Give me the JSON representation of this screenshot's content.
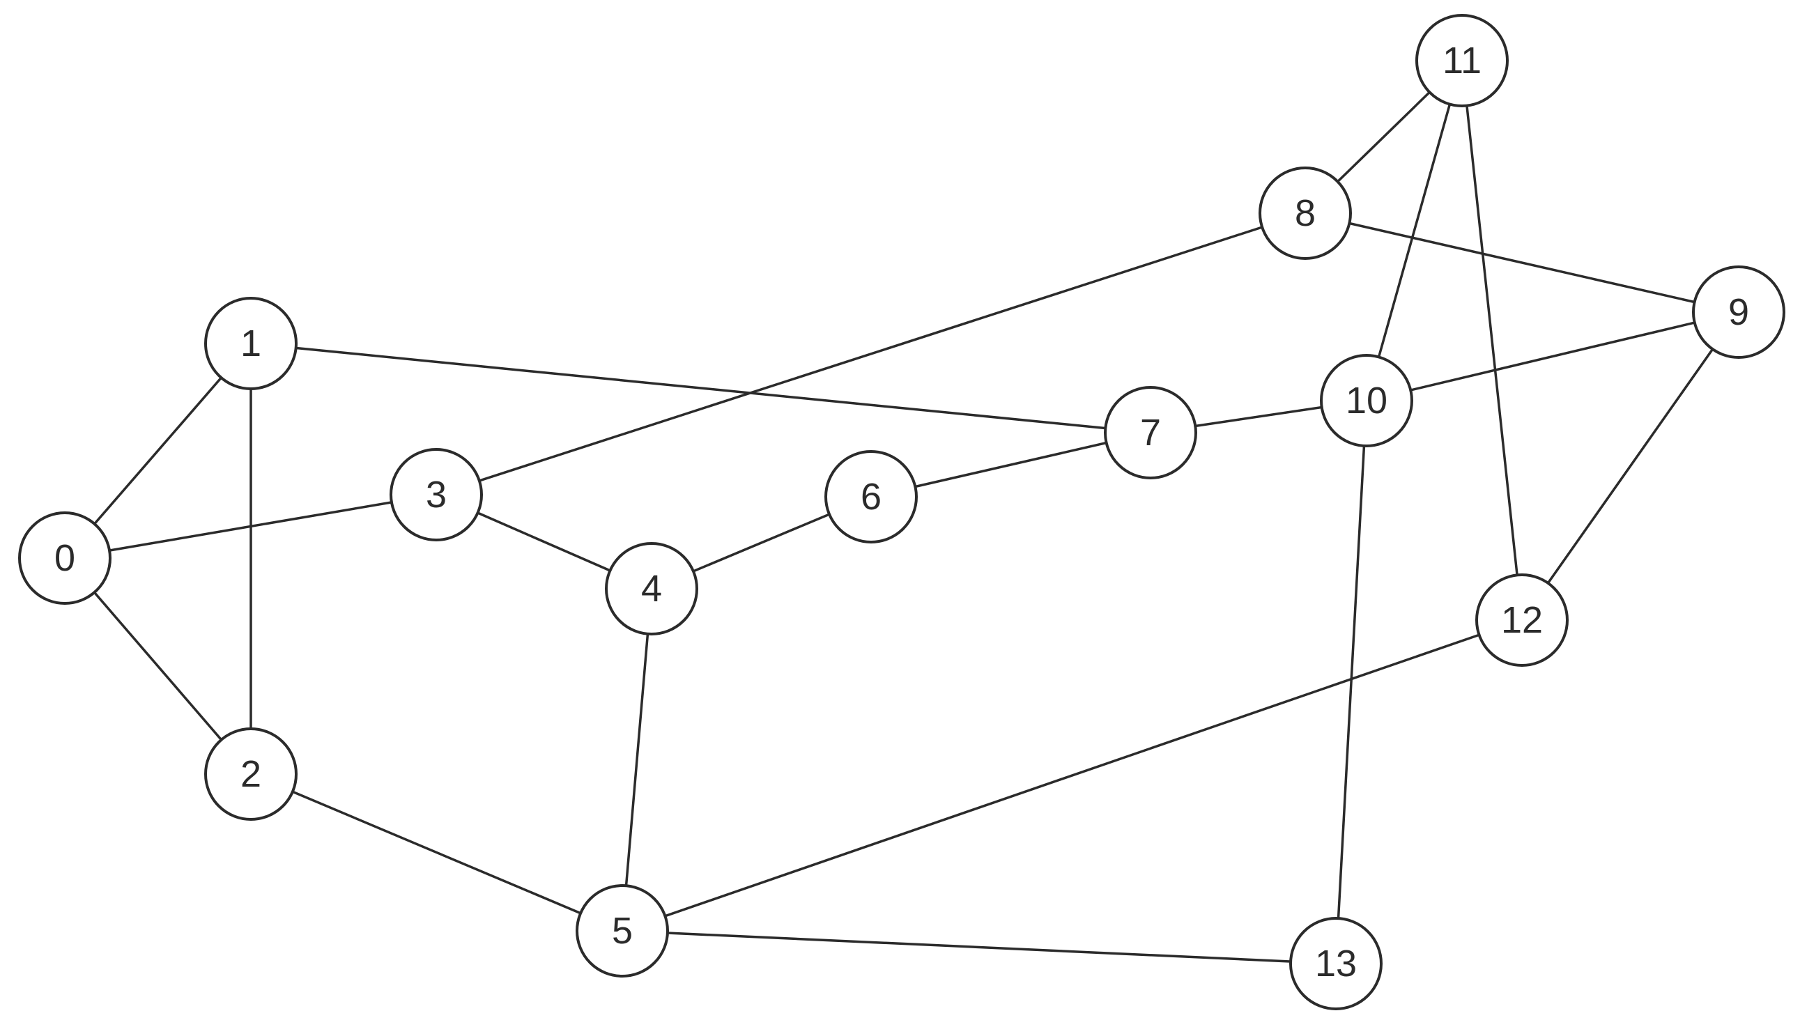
{
  "nodes": [
    {
      "id": "0",
      "label": "0"
    },
    {
      "id": "1",
      "label": "1"
    },
    {
      "id": "2",
      "label": "2"
    },
    {
      "id": "3",
      "label": "3"
    },
    {
      "id": "4",
      "label": "4"
    },
    {
      "id": "5",
      "label": "5"
    },
    {
      "id": "6",
      "label": "6"
    },
    {
      "id": "7",
      "label": "7"
    },
    {
      "id": "8",
      "label": "8"
    },
    {
      "id": "9",
      "label": "9"
    },
    {
      "id": "10",
      "label": "10"
    },
    {
      "id": "11",
      "label": "11"
    },
    {
      "id": "12",
      "label": "12"
    },
    {
      "id": "13",
      "label": "13"
    }
  ],
  "edges": [
    [
      "0",
      "1"
    ],
    [
      "0",
      "2"
    ],
    [
      "0",
      "3"
    ],
    [
      "1",
      "2"
    ],
    [
      "1",
      "7"
    ],
    [
      "2",
      "5"
    ],
    [
      "3",
      "4"
    ],
    [
      "3",
      "8"
    ],
    [
      "4",
      "5"
    ],
    [
      "4",
      "6"
    ],
    [
      "5",
      "12"
    ],
    [
      "5",
      "13"
    ],
    [
      "6",
      "7"
    ],
    [
      "7",
      "10"
    ],
    [
      "8",
      "9"
    ],
    [
      "8",
      "11"
    ],
    [
      "9",
      "10"
    ],
    [
      "9",
      "12"
    ],
    [
      "10",
      "11"
    ],
    [
      "10",
      "13"
    ],
    [
      "11",
      "12"
    ]
  ]
}
